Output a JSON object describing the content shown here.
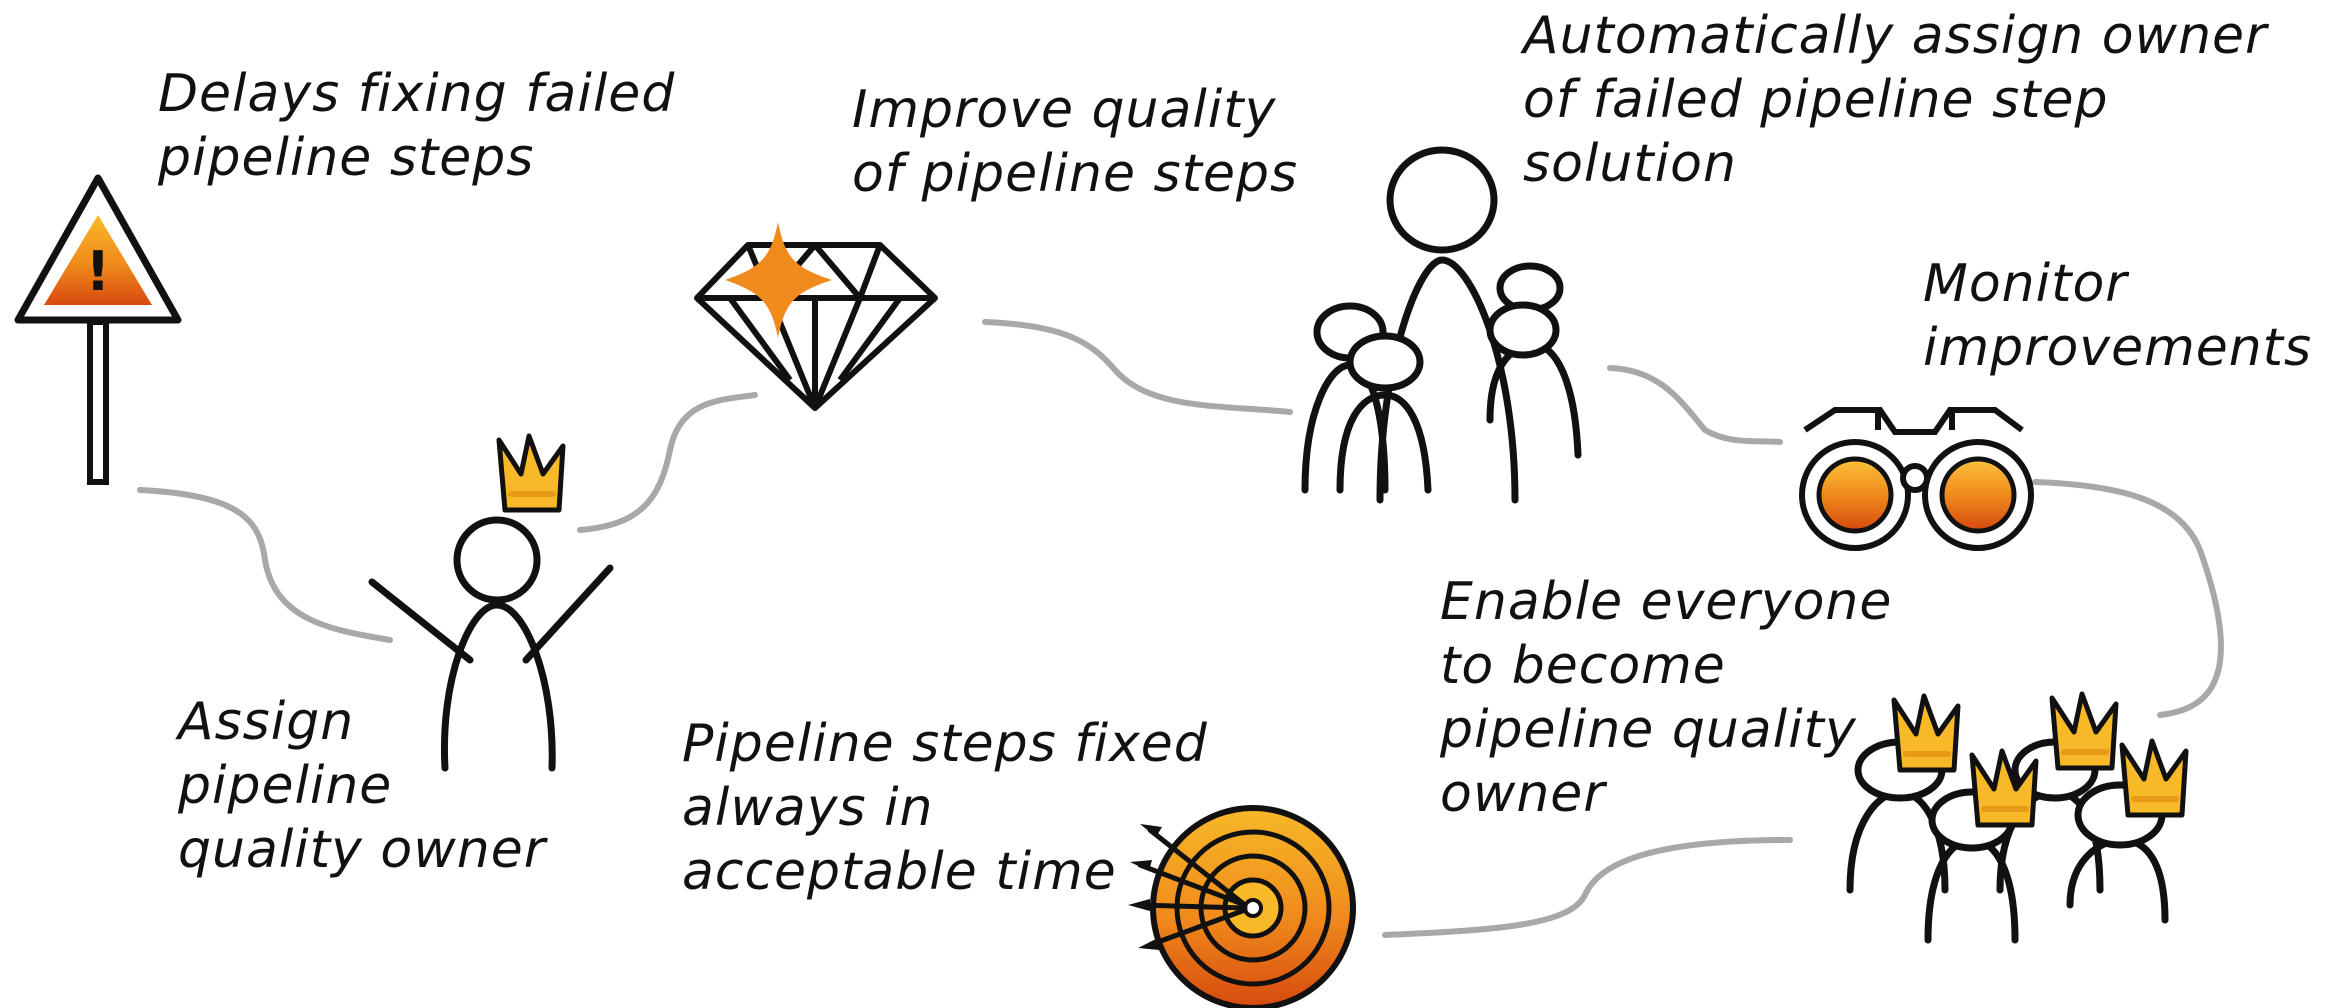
{
  "steps": [
    {
      "id": "warning",
      "lines": [
        "Delays fixing failed",
        "pipeline steps"
      ],
      "icon": "warning-sign-icon"
    },
    {
      "id": "owner",
      "lines": [
        "Assign",
        "pipeline",
        "quality owner"
      ],
      "icon": "crowned-person-icon"
    },
    {
      "id": "diamond",
      "lines": [
        "Improve quality",
        "of pipeline steps"
      ],
      "icon": "diamond-icon"
    },
    {
      "id": "group",
      "lines": [
        "Automatically assign owner",
        "of failed pipeline step",
        "solution"
      ],
      "icon": "people-group-icon"
    },
    {
      "id": "monitor",
      "lines": [
        "Monitor",
        "improvements"
      ],
      "icon": "binoculars-icon"
    },
    {
      "id": "everyone",
      "lines": [
        "Enable everyone",
        "to become",
        "pipeline quality",
        "owner"
      ],
      "icon": "crowned-crowd-icon"
    },
    {
      "id": "target",
      "lines": [
        "Pipeline steps fixed",
        "always in",
        "acceptable time"
      ],
      "icon": "target-icon"
    }
  ],
  "colors": {
    "ink": "#111111",
    "path": "#a8a8a8",
    "orange": "#f08a1c",
    "orange_dark": "#d6490e",
    "gold": "#f7b928"
  }
}
